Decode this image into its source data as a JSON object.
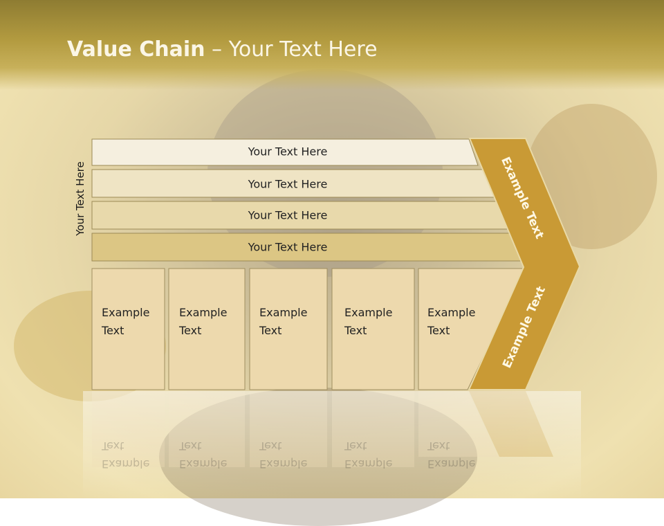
{
  "slide": {
    "title_bold": "Value Chain",
    "title_rest": " – Your Text Here",
    "side_label": "Your Text Here",
    "bars": [
      {
        "label": "Your Text Here",
        "fill": "#f5efdf"
      },
      {
        "label": "Your Text Here",
        "fill": "#efe4c4"
      },
      {
        "label": "Your Text Here",
        "fill": "#e8d9ab"
      },
      {
        "label": "Your Text Here",
        "fill": "#dcc684"
      }
    ],
    "boxes": [
      {
        "line1": "Example",
        "line2": "Text"
      },
      {
        "line1": "Example",
        "line2": "Text"
      },
      {
        "line1": "Example",
        "line2": "Text"
      },
      {
        "line1": "Example",
        "line2": "Text"
      },
      {
        "line1": "Example",
        "line2": "Text"
      }
    ],
    "arrow_upper_label": "Example Text",
    "arrow_lower_label": "Example Text",
    "colors": {
      "header": "#b39b40",
      "arrow": "#c99a35",
      "box": "#edd9ad",
      "title_text": "#fbf6e6"
    }
  }
}
